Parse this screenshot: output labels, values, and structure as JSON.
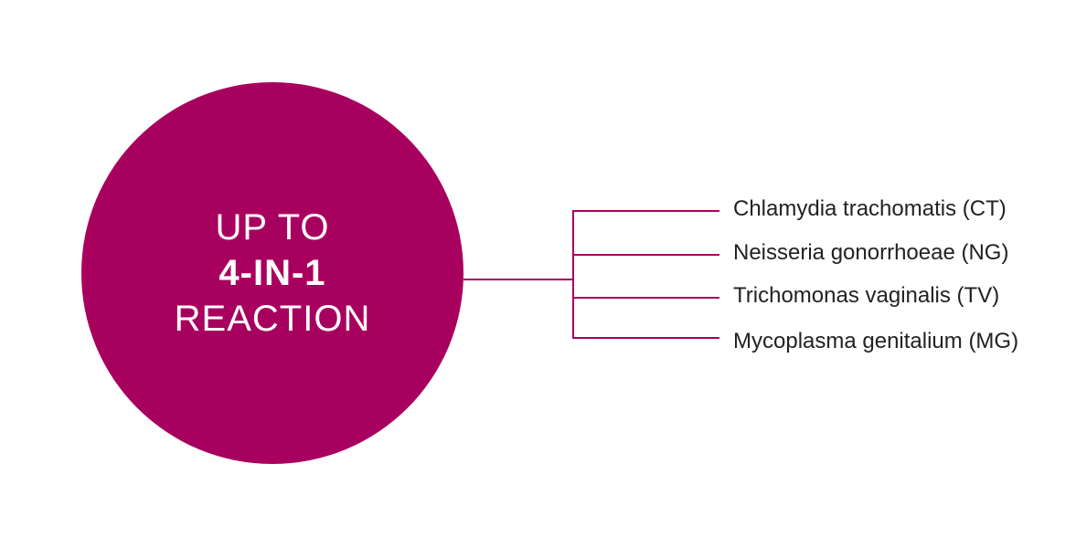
{
  "hub": {
    "line1": "UP TO",
    "line2": "4-IN-1",
    "line3": "REACTION"
  },
  "targets": [
    {
      "label": "Chlamydia trachomatis (CT)"
    },
    {
      "label": "Neisseria gonorrhoeae (NG)"
    },
    {
      "label": "Trichomonas vaginalis (TV)"
    },
    {
      "label": "Mycoplasma genitalium (MG)"
    }
  ],
  "colors": {
    "accent": "#a8005f",
    "text": "#222222",
    "hub_text": "#ffffff"
  }
}
